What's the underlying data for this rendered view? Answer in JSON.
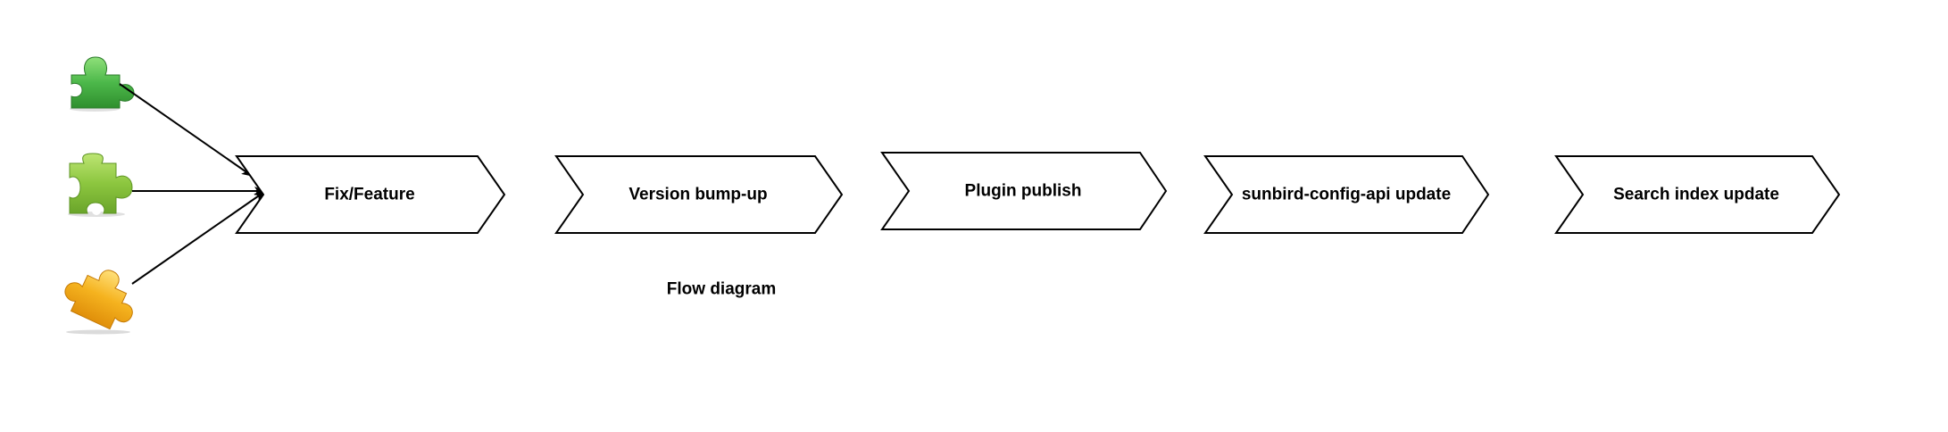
{
  "diagram": {
    "steps": [
      {
        "label": "Fix/Feature"
      },
      {
        "label": "Version bump-up"
      },
      {
        "label": "Plugin publish"
      },
      {
        "label": "sunbird-config-api update"
      },
      {
        "label": "Search index update"
      }
    ],
    "caption": "Flow diagram",
    "plugins": [
      {
        "icon": "puzzle-piece-green-icon",
        "color": "#4cb84a"
      },
      {
        "icon": "puzzle-piece-lime-icon",
        "color": "#8cc63f"
      },
      {
        "icon": "puzzle-piece-orange-icon",
        "color": "#f5b31f"
      }
    ]
  }
}
